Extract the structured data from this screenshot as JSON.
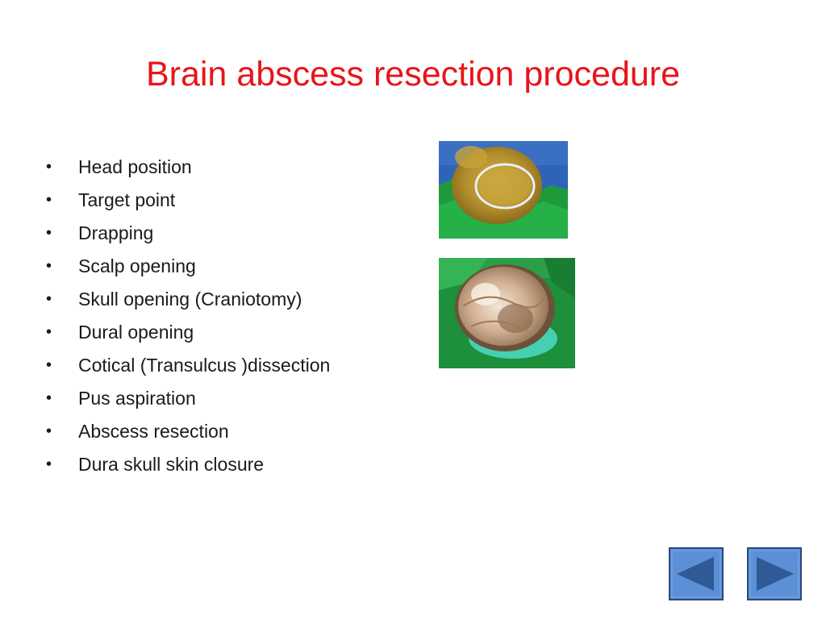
{
  "slide": {
    "title": "Brain abscess resection procedure",
    "title_color": "#e8141a",
    "bullet_glyph": "•",
    "bullets": [
      "Head position",
      "Target point",
      "Drapping",
      "Scalp opening",
      "Skull opening (Craniotomy)",
      "Dural opening",
      "Cotical (Transulcus )dissection",
      "Pus aspiration",
      "Abscess resection",
      "Dura skull skin closure"
    ]
  },
  "navigation": {
    "previous_icon": "left-triangle-icon",
    "next_icon": "right-triangle-icon",
    "button_color": "#5b8fd6",
    "button_border": "#2b4a7a"
  }
}
